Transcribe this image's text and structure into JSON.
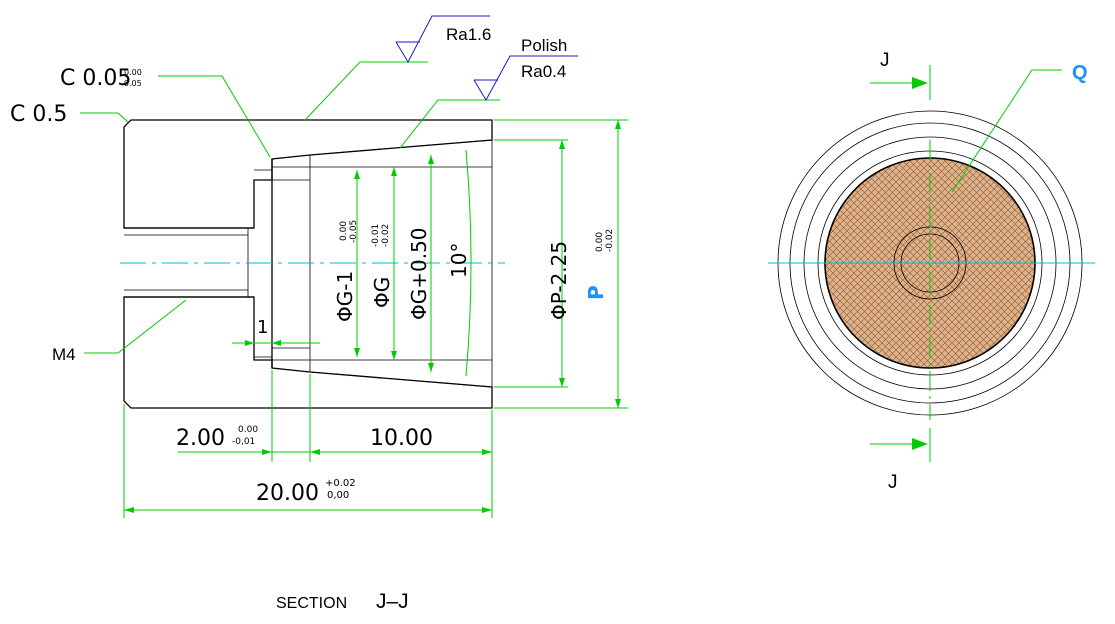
{
  "drawing": {
    "section_caption_prefix": "SECTION",
    "section_caption_id": "J–J",
    "section_label": "J"
  },
  "annotations": {
    "chamfer_small_label": "C  0.05",
    "chamfer_small_tol_upper": "0.00",
    "chamfer_small_tol_lower": "-0.05",
    "chamfer_large_label": "C  0.5",
    "thread_label": "M4",
    "roughness_top": "Ra1.6",
    "roughness_bore_upper": "Polish",
    "roughness_bore_lower": "Ra0.4",
    "step_depth": "1"
  },
  "dimensions": {
    "dia_g_minus_1": "ΦG-1",
    "dia_g_minus_1_tol_upper": "0.00",
    "dia_g_minus_1_tol_lower": "-0.05",
    "dia_g": "ΦG",
    "dia_g_tol_upper": "-0.01",
    "dia_g_tol_lower": "-0.02",
    "dia_g_plus": "ΦG+0.50",
    "angle": "10°",
    "dia_p_minus": "ΦP-2.25",
    "dia_p": "P",
    "dia_p_tol_upper": "0.00",
    "dia_p_tol_lower": "-0.02",
    "len_counterbore": "2.00",
    "len_counterbore_tol_upper": "0.00",
    "len_counterbore_tol_lower": "-0,01",
    "len_taper": "10.00",
    "len_total": "20.00",
    "len_total_tol_upper": "+0.02",
    "len_total_tol_lower": "0,00"
  },
  "end_view": {
    "insert_label": "Q"
  },
  "colors": {
    "outline": "#000000",
    "dimension": "#00cc00",
    "centerline": "#00bcd4",
    "surface_symbol": "#1a1acc",
    "highlight_label": "#1e90ff",
    "insert_fill": "#d9b48c",
    "insert_mesh": "#a0522d"
  }
}
